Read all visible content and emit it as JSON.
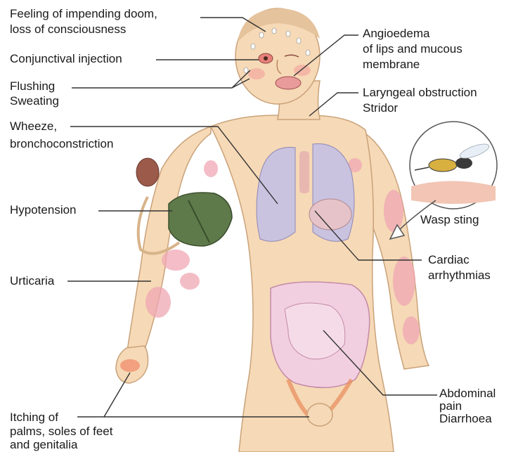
{
  "labels": {
    "doom_1": "Feeling of impending doom,",
    "doom_2": "loss of consciousness",
    "conjunctival": "Conjunctival injection",
    "flushing": "Flushing",
    "sweating": "Sweating",
    "wheeze_1": "Wheeze,",
    "wheeze_2": "bronchoconstriction",
    "hypotension": "Hypotension",
    "urticaria": "Urticaria",
    "itching_1": "Itching of",
    "itching_2": "palms, soles of feet",
    "itching_3": "and genitalia",
    "angio_1": "Angioedema",
    "angio_2": "of lips and mucous",
    "angio_3": "membrane",
    "laryngeal": "Laryngeal obstruction",
    "stridor": "Stridor",
    "wasp": "Wasp sting",
    "cardiac_1": "Cardiac",
    "cardiac_2": "arrhythmias",
    "abdominal_1": "Abdominal",
    "abdominal_2": "pain",
    "abdominal_3": "Diarrhoea"
  },
  "colors": {
    "skin": "#f6d9b6",
    "skin_outline": "#c9a27a",
    "urticaria": "#f0a7b4",
    "lungs": "#c9c3e0",
    "intestine": "#f2cfe0",
    "cuff": "#5e7a4a",
    "bulb": "#9b5a4a",
    "leader_line": "#333333"
  }
}
